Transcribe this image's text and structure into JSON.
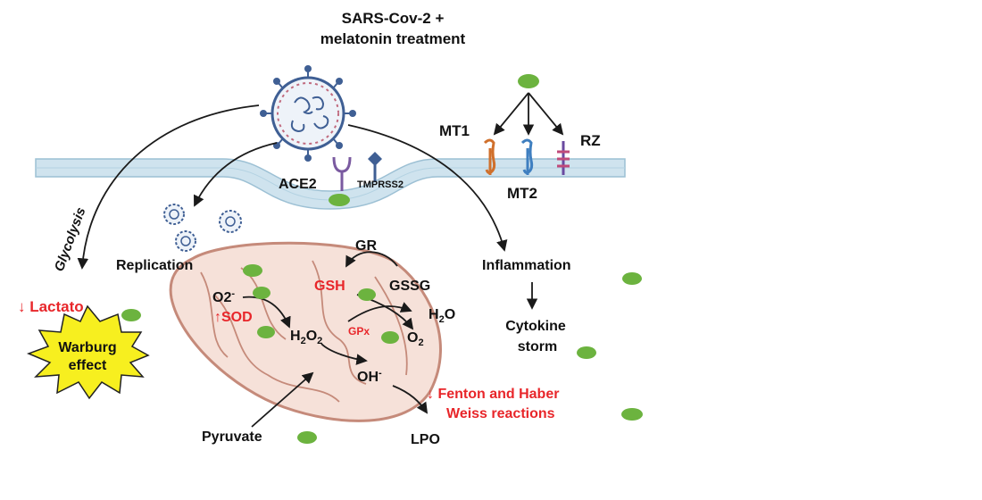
{
  "title": {
    "line1": "SARS-Cov-2 +",
    "line2": "melatonin treatment"
  },
  "receptors": {
    "mt1": "MT1",
    "mt2": "MT2",
    "rz": "RZ",
    "ace2": "ACE2",
    "tmprss2": "TMPRSS2"
  },
  "pathways": {
    "glycolysis": "Glycolysis",
    "replication": "Replication",
    "inflammation": "Inflammation",
    "cytokine_line1": "Cytokine",
    "cytokine_line2": "storm",
    "lactato": "↓ Lactato",
    "warburg_line1": "Warburg",
    "warburg_line2": "effect",
    "pyruvate": "Pyruvate"
  },
  "mitochondria": {
    "gr": "GR",
    "gsh": "GSH",
    "gssg": "GSSG",
    "o2_radical": "O2",
    "o2_radical_sup": "-",
    "sod": "↑SOD",
    "h2o2_h": "H",
    "h2o2_sub1": "2",
    "h2o2_o": "O",
    "h2o2_sub2": "2",
    "gpx": "GPx",
    "water_h": "H",
    "water_sub": "2",
    "water_o": "O",
    "oxygen_o": "O",
    "oxygen_sub": "2",
    "hydroxyl": "OH",
    "hydroxyl_sup": "-",
    "fenton_line1": "↓ Fenton and Haber",
    "fenton_line2": "Weiss reactions",
    "lpo": "LPO"
  },
  "colors": {
    "melatonin_dot": "#6cb33f",
    "red_text": "#e8262a",
    "membrane": "#cfe3ee",
    "mito_fill": "#f6e1d9",
    "mito_stroke": "#c58a7a",
    "warburg_fill": "#f7ef1f",
    "virus": "#3f5f94"
  }
}
